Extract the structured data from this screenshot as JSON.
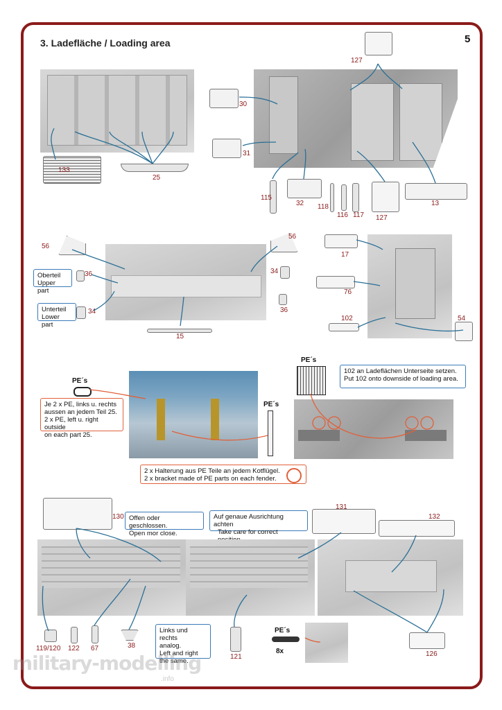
{
  "page": {
    "title": "3. Ladefläche / Loading area",
    "page_number": "5"
  },
  "part_numbers": {
    "p127a": "127",
    "p30": "30",
    "p31": "31",
    "p133": "133",
    "p25": "25",
    "p115": "115",
    "p32": "32",
    "p118": "118",
    "p116": "116",
    "p117": "117",
    "p127b": "127",
    "p13": "13",
    "p56a": "56",
    "p56b": "56",
    "p36a": "36",
    "p34a": "34",
    "p34b": "34",
    "p36b": "36",
    "p15": "15",
    "p17": "17",
    "p76": "76",
    "p102": "102",
    "p54": "54",
    "p130": "130",
    "p131": "131",
    "p132": "132",
    "p119_120": "119/120",
    "p122": "122",
    "p67": "67",
    "p38": "38",
    "p121": "121",
    "p126": "126",
    "p8x": "8x"
  },
  "labels": {
    "upper_de": "Oberteil",
    "upper_en": "Upper part",
    "lower_de": "Unterteil",
    "lower_en": "Lower part",
    "pe_1": "PE´s",
    "pe_2": "PE´s",
    "pe_3": "PE´s",
    "pe_4": "PE´s"
  },
  "notes": {
    "pe_each_side": [
      "Je 2 x PE, links u. rechts",
      "aussen an jedem Teil 25.",
      "2 x PE, left u. right outside",
      "on each part 25."
    ],
    "part102": [
      "102 an Ladeflächen Unterseite setzen.",
      "Put 102 onto downside of loading area."
    ],
    "fender": [
      "2 x Halterung aus PE Teile an jedem Kotflügel.",
      "2 x bracket made of PE parts on each fender."
    ],
    "open_closed": [
      "Offen oder geschlossen.",
      "Open mor close."
    ],
    "alignment": [
      "Auf genaue Ausrichtung achten",
      "Take care for correct position."
    ],
    "left_right": [
      "Links und rechts",
      "analog.",
      "Left and right",
      "the same."
    ]
  },
  "watermark": {
    "text": "military-modelling",
    "sub": ".info"
  },
  "colors": {
    "frame": "#8b1a1a",
    "part_number": "#8b1a1a",
    "arrow_blue": "#2a6f96",
    "arrow_orange": "#e0603a",
    "note_border_blue": "#3a7ab8",
    "note_border_red": "#e0603a"
  }
}
